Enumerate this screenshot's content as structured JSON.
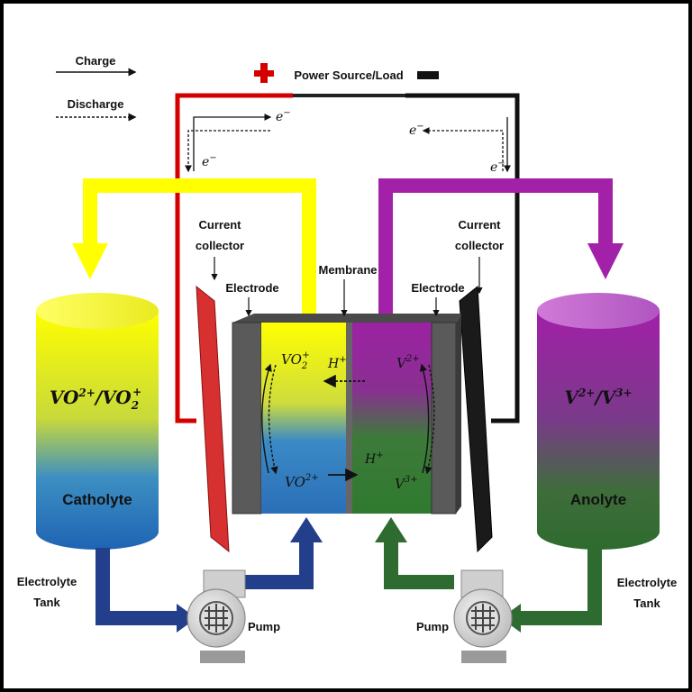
{
  "legend": {
    "charge": "Charge",
    "discharge": "Discharge"
  },
  "power": {
    "label": "Power Source/Load"
  },
  "electron": "e",
  "electron_sup": "−",
  "labels": {
    "current_collector_left_1": "Current",
    "current_collector_left_2": "collector",
    "current_collector_right_1": "Current",
    "current_collector_right_2": "collector",
    "electrode_left": "Electrode",
    "electrode_right": "Electrode",
    "membrane": "Membrane"
  },
  "catholyte": {
    "formula_a": "VO",
    "formula_a_sup": "2+",
    "formula_sep": "/VO",
    "formula_b_sub": "2",
    "formula_b_sup": "+",
    "name": "Catholyte",
    "tank_1": "Electrolyte",
    "tank_2": "Tank",
    "pump": "Pump"
  },
  "anolyte": {
    "formula_a": "V",
    "formula_a_sup": "2+",
    "formula_sep": "/V",
    "formula_b_sup": "3+",
    "name": "Anolyte",
    "tank_1": "Electrolyte",
    "tank_2": "Tank",
    "pump": "Pump"
  },
  "cell": {
    "vo2p": "VO",
    "vo2p_sub": "2",
    "vo2p_sup": "+",
    "vo2": "VO",
    "vo2_sup": "2+",
    "hplus_top": "H",
    "hplus_top_sup": "+",
    "hplus_bottom": "H",
    "hplus_bottom_sup": "+",
    "v2": "V",
    "v2_sup": "2+",
    "v3": "V",
    "v3_sup": "3+"
  },
  "colors": {
    "positive": "#d40000",
    "negative": "#111111",
    "catholyte_top": "#ffff00",
    "catholyte_bottom": "#1f6fc0",
    "anolyte_top": "#a020a0",
    "anolyte_bottom": "#2e7d32",
    "pump_blue": "#233e8b",
    "pump_green": "#2e6b30"
  }
}
